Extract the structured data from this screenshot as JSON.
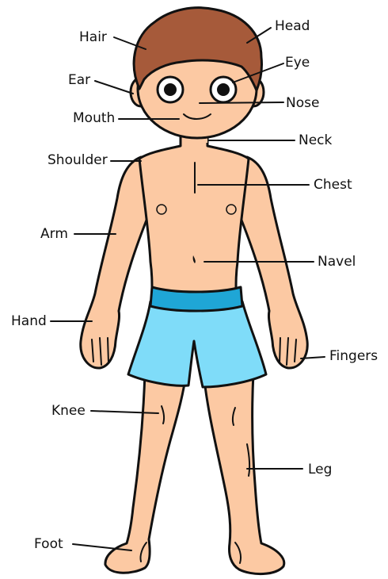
{
  "colors": {
    "skin": "#fcc9a3",
    "hair": "#a65a3a",
    "shorts": "#7fdcf9",
    "waistband": "#1fa6d6",
    "nipple": "#f4a08a",
    "outline": "#111111"
  },
  "labels": {
    "hair": "Hair",
    "head": "Head",
    "eye": "Eye",
    "ear": "Ear",
    "nose": "Nose",
    "mouth": "Mouth",
    "neck": "Neck",
    "shoulder": "Shoulder",
    "chest": "Chest",
    "arm": "Arm",
    "navel": "Navel",
    "hand": "Hand",
    "fingers": "Fingers",
    "knee": "Knee",
    "leg": "Leg",
    "foot": "Foot"
  }
}
